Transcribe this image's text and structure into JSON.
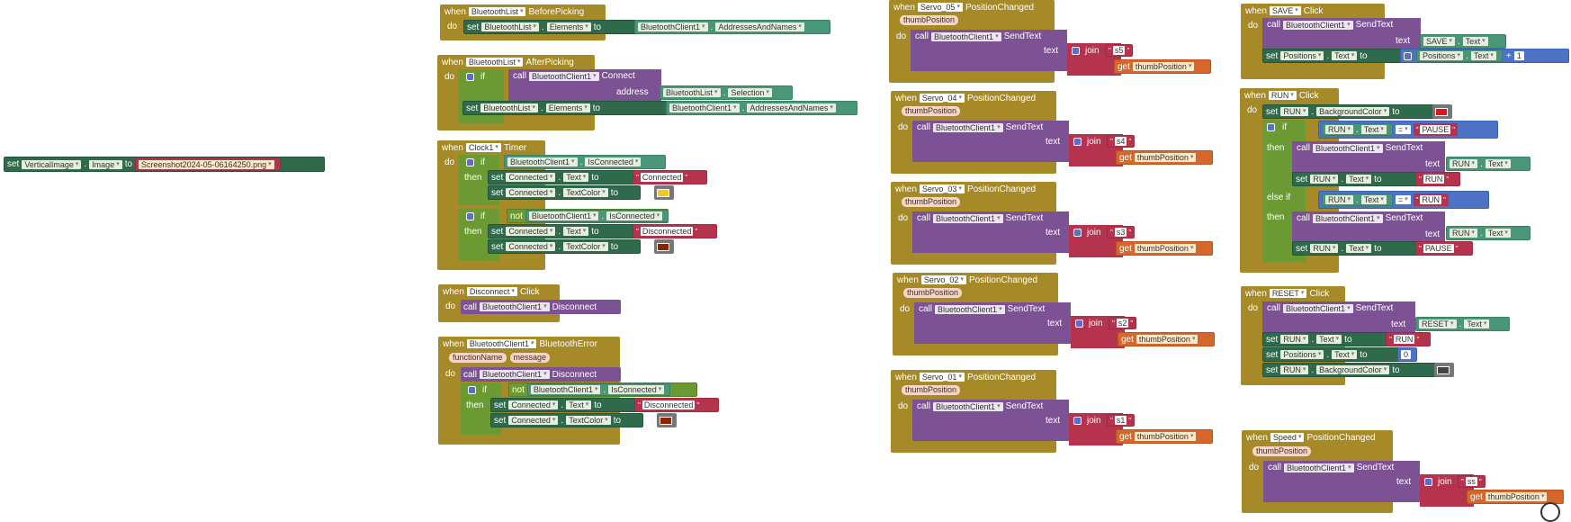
{
  "kw": {
    "when": "when",
    "do": "do",
    "set": "set",
    "to": "to",
    "call": "call",
    "if": "if",
    "then": "then",
    "else_if": "else if",
    "not": "not",
    "join": "join",
    "get": "get",
    "text": "text",
    "address": "address",
    "plus": "+",
    "eq": "="
  },
  "colors": {
    "event": "#a78a28",
    "set": "#2e6a4b",
    "call": "#7c5295",
    "text": "#b6334d",
    "get": "#d6662a",
    "logic": "#6b9a32",
    "math": "#4c73c4",
    "yellow": "#f5c518",
    "darkred": "#8b2500",
    "red": "#e0121a",
    "darkgray": "#444444"
  },
  "loose_set": {
    "comp": "VerticalImage",
    "prop": "Image",
    "value": "Screenshot2024-05-06164250.png"
  },
  "bl_before": {
    "comp": "BluetoothList",
    "event": "BeforePicking",
    "set_comp": "BluetoothList",
    "set_prop": "Elements",
    "src_comp": "BluetoothClient1",
    "src_prop": "AddressesAndNames"
  },
  "bl_after": {
    "comp": "BluetoothList",
    "event": "AfterPicking",
    "call_comp": "BluetoothClient1",
    "call_method": "Connect",
    "addr_comp": "BluetoothList",
    "addr_prop": "Selection",
    "set_comp": "BluetoothList",
    "set_prop": "Elements",
    "src_comp": "BluetoothClient1",
    "src_prop": "AddressesAndNames"
  },
  "clock": {
    "comp": "Clock1",
    "event": "Timer",
    "cond_comp": "BluetoothClient1",
    "cond_prop": "IsConnected",
    "lbl": "Connected",
    "prop_text": "Text",
    "prop_color": "TextColor",
    "connected_text": "Connected",
    "disconnected_text": "Disconnected"
  },
  "disconnect": {
    "comp": "Disconnect",
    "event": "Click",
    "call_comp": "BluetoothClient1",
    "call_method": "Disconnect"
  },
  "bt_error": {
    "comp": "BluetoothClient1",
    "event": "BluetoothError",
    "param1": "functionName",
    "param2": "message",
    "call_comp": "BluetoothClient1",
    "call_method": "Disconnect",
    "cond_comp": "BluetoothClient1",
    "cond_prop": "IsConnected",
    "lbl": "Connected",
    "prop_text": "Text",
    "prop_color": "TextColor",
    "disconnected_text": "Disconnected"
  },
  "servos": [
    {
      "comp": "Servo_05",
      "event": "PositionChanged",
      "param": "thumbPosition",
      "call_comp": "BluetoothClient1",
      "call_method": "SendText",
      "str": "s5",
      "get_var": "thumbPosition"
    },
    {
      "comp": "Servo_04",
      "event": "PositionChanged",
      "param": "thumbPosition",
      "call_comp": "BluetoothClient1",
      "call_method": "SendText",
      "str": "s4",
      "get_var": "thumbPosition"
    },
    {
      "comp": "Servo_03",
      "event": "PositionChanged",
      "param": "thumbPosition",
      "call_comp": "BluetoothClient1",
      "call_method": "SendText",
      "str": "s3",
      "get_var": "thumbPosition"
    },
    {
      "comp": "Servo_02",
      "event": "PositionChanged",
      "param": "thumbPosition",
      "call_comp": "BluetoothClient1",
      "call_method": "SendText",
      "str": "s2",
      "get_var": "thumbPosition"
    },
    {
      "comp": "Servo_01",
      "event": "PositionChanged",
      "param": "thumbPosition",
      "call_comp": "BluetoothClient1",
      "call_method": "SendText",
      "str": "s1",
      "get_var": "thumbPosition"
    }
  ],
  "save": {
    "comp": "SAVE",
    "event": "Click",
    "call_comp": "BluetoothClient1",
    "call_method": "SendText",
    "text_comp": "SAVE",
    "text_prop": "Text",
    "set_comp": "Positions",
    "set_prop": "Text",
    "add_comp": "Positions",
    "add_prop": "Text",
    "add_num": "1"
  },
  "run": {
    "comp": "RUN",
    "event": "Click",
    "set_prop_bg": "BackgroundColor",
    "comp_ref": "RUN",
    "prop_text": "Text",
    "pause_str": "PAUSE",
    "run_str": "RUN",
    "call_comp": "BluetoothClient1",
    "call_method": "SendText"
  },
  "reset": {
    "comp": "RESET",
    "event": "Click",
    "call_comp": "BluetoothClient1",
    "call_method": "SendText",
    "text_comp": "RESET",
    "text_prop": "Text",
    "run_comp": "RUN",
    "prop_text": "Text",
    "run_str": "RUN",
    "pos_comp": "Positions",
    "pos_num": "0",
    "prop_bg": "BackgroundColor"
  },
  "speed": {
    "comp": "Speed",
    "event": "PositionChanged",
    "param": "thumbPosition",
    "call_comp": "BluetoothClient1",
    "call_method": "SendText",
    "str": "ss",
    "get_var": "thumbPosition"
  }
}
